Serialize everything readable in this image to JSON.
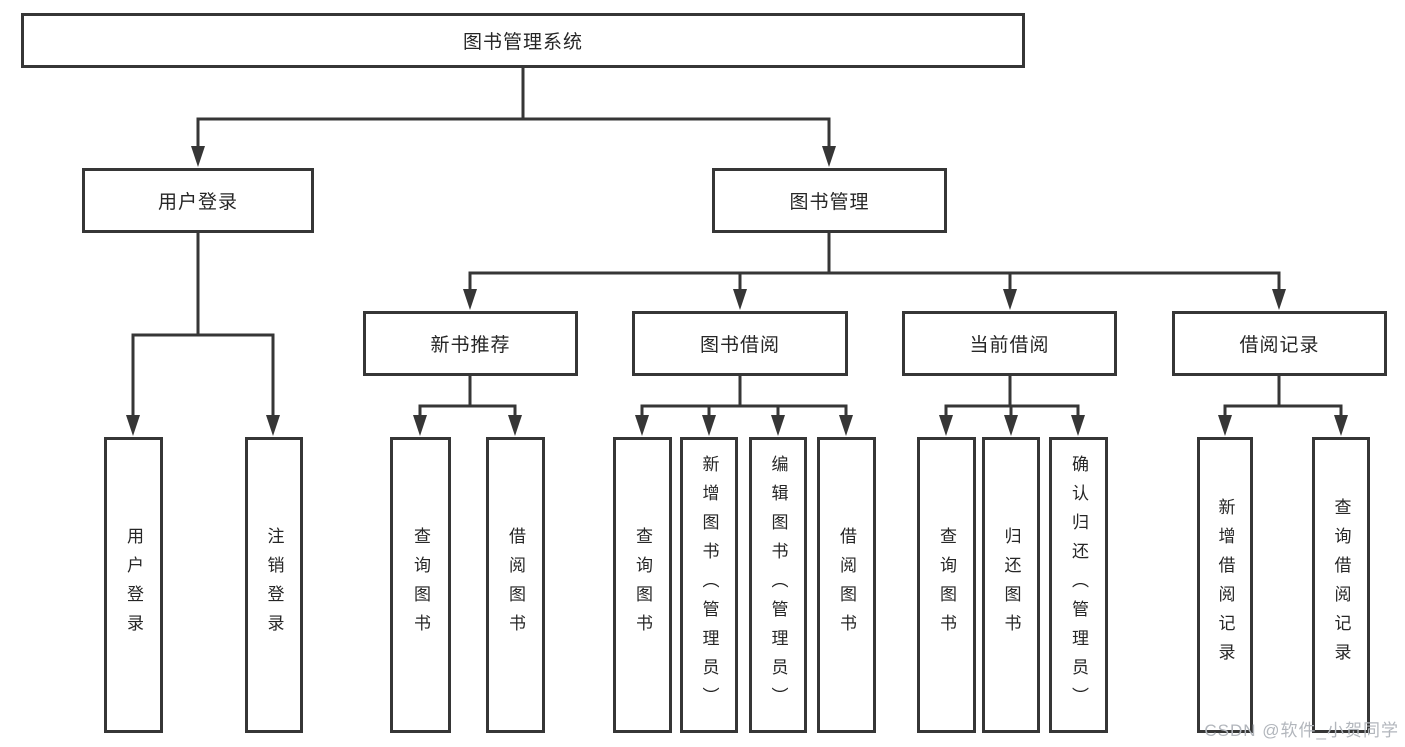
{
  "colors": {
    "line": "#363636",
    "box_border": "#363636",
    "box_background": "#ffffff",
    "text": "#262626",
    "watermark": "#b2b6bc",
    "page_background": "#ffffff"
  },
  "tree": {
    "root": {
      "label": "图书管理系统",
      "children": [
        {
          "label": "用户登录",
          "children": [
            {
              "label": "用户登录"
            },
            {
              "label": "注销登录"
            }
          ]
        },
        {
          "label": "图书管理",
          "children": [
            {
              "label": "新书推荐",
              "children": [
                {
                  "label": "查询图书"
                },
                {
                  "label": "借阅图书"
                }
              ]
            },
            {
              "label": "图书借阅",
              "children": [
                {
                  "label": "查询图书"
                },
                {
                  "label": "新增图书（管理员）"
                },
                {
                  "label": "编辑图书（管理员）"
                },
                {
                  "label": "借阅图书"
                }
              ]
            },
            {
              "label": "当前借阅",
              "children": [
                {
                  "label": "查询图书"
                },
                {
                  "label": "归还图书"
                },
                {
                  "label": "确认归还（管理员）"
                }
              ]
            },
            {
              "label": "借阅记录",
              "children": [
                {
                  "label": "新增借阅记录"
                },
                {
                  "label": "查询借阅记录"
                }
              ]
            }
          ]
        }
      ]
    }
  },
  "watermark": {
    "text": "CSDN @软件_小贺同学"
  }
}
